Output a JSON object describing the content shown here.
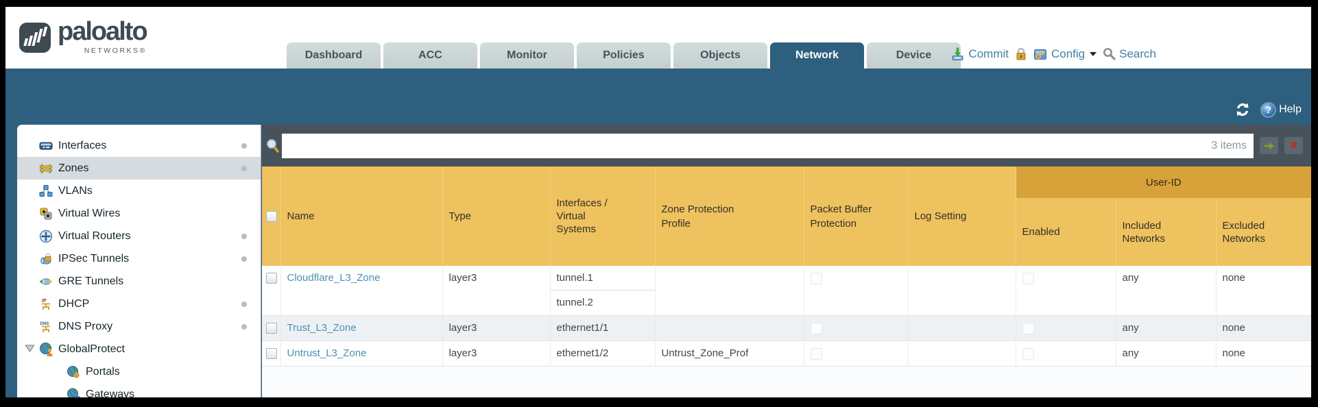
{
  "brand": {
    "name": "paloalto",
    "sub": "NETWORKS®"
  },
  "tabs": [
    {
      "label": "Dashboard",
      "active": false
    },
    {
      "label": "ACC",
      "active": false
    },
    {
      "label": "Monitor",
      "active": false
    },
    {
      "label": "Policies",
      "active": false
    },
    {
      "label": "Objects",
      "active": false
    },
    {
      "label": "Network",
      "active": true
    },
    {
      "label": "Device",
      "active": false
    }
  ],
  "header_actions": {
    "commit": "Commit",
    "config": "Config",
    "search": "Search"
  },
  "band": {
    "help": "Help"
  },
  "sidebar": {
    "items": [
      {
        "label": "Interfaces",
        "icon": "interfaces-icon",
        "dot": true,
        "selected": false
      },
      {
        "label": "Zones",
        "icon": "zones-icon",
        "dot": true,
        "selected": true
      },
      {
        "label": "VLANs",
        "icon": "vlans-icon",
        "dot": false,
        "selected": false
      },
      {
        "label": "Virtual Wires",
        "icon": "virtual-wires-icon",
        "dot": false,
        "selected": false
      },
      {
        "label": "Virtual Routers",
        "icon": "virtual-routers-icon",
        "dot": true,
        "selected": false
      },
      {
        "label": "IPSec Tunnels",
        "icon": "ipsec-tunnels-icon",
        "dot": true,
        "selected": false
      },
      {
        "label": "GRE Tunnels",
        "icon": "gre-tunnels-icon",
        "dot": false,
        "selected": false
      },
      {
        "label": "DHCP",
        "icon": "dhcp-icon",
        "dot": true,
        "selected": false
      },
      {
        "label": "DNS Proxy",
        "icon": "dns-proxy-icon",
        "dot": true,
        "selected": false
      },
      {
        "label": "GlobalProtect",
        "icon": "globalprotect-icon",
        "dot": false,
        "selected": false,
        "expanded": true
      },
      {
        "label": "Portals",
        "icon": "portals-icon",
        "dot": false,
        "selected": false,
        "child": true
      },
      {
        "label": "Gateways",
        "icon": "gateways-icon",
        "dot": false,
        "selected": false,
        "child": true
      }
    ]
  },
  "toolbar": {
    "filter_value": "",
    "items_count": "3 items"
  },
  "table": {
    "columns": {
      "name": "Name",
      "type": "Type",
      "interfaces": "Interfaces / Virtual Systems",
      "zpp": "Zone Protection Profile",
      "pbp": "Packet Buffer Protection",
      "log": "Log Setting",
      "group": "User-ID",
      "enabled": "Enabled",
      "included": "Included Networks",
      "excluded": "Excluded Networks"
    },
    "rows": [
      {
        "name": "Cloudflare_L3_Zone",
        "type": "layer3",
        "interfaces": [
          "tunnel.1",
          "tunnel.2"
        ],
        "zone_protection_profile": "",
        "packet_buffer_protection": false,
        "log_setting": "",
        "user_id_enabled": false,
        "included_networks": "any",
        "excluded_networks": "none"
      },
      {
        "name": "Trust_L3_Zone",
        "type": "layer3",
        "interfaces": [
          "ethernet1/1"
        ],
        "zone_protection_profile": "",
        "packet_buffer_protection": false,
        "log_setting": "",
        "user_id_enabled": false,
        "included_networks": "any",
        "excluded_networks": "none"
      },
      {
        "name": "Untrust_L3_Zone",
        "type": "layer3",
        "interfaces": [
          "ethernet1/2"
        ],
        "zone_protection_profile": "Untrust_Zone_Prof",
        "packet_buffer_protection": false,
        "log_setting": "",
        "user_id_enabled": false,
        "included_networks": "any",
        "excluded_networks": "none"
      }
    ]
  },
  "colors": {
    "teal_band": "#2e5f7f",
    "header_amber": "#eec25e",
    "user_id_band": "#d8a23b",
    "toolbar_dark": "#47525a",
    "link_blue": "#4a90b4",
    "action_link_blue": "#3e7fa6"
  }
}
